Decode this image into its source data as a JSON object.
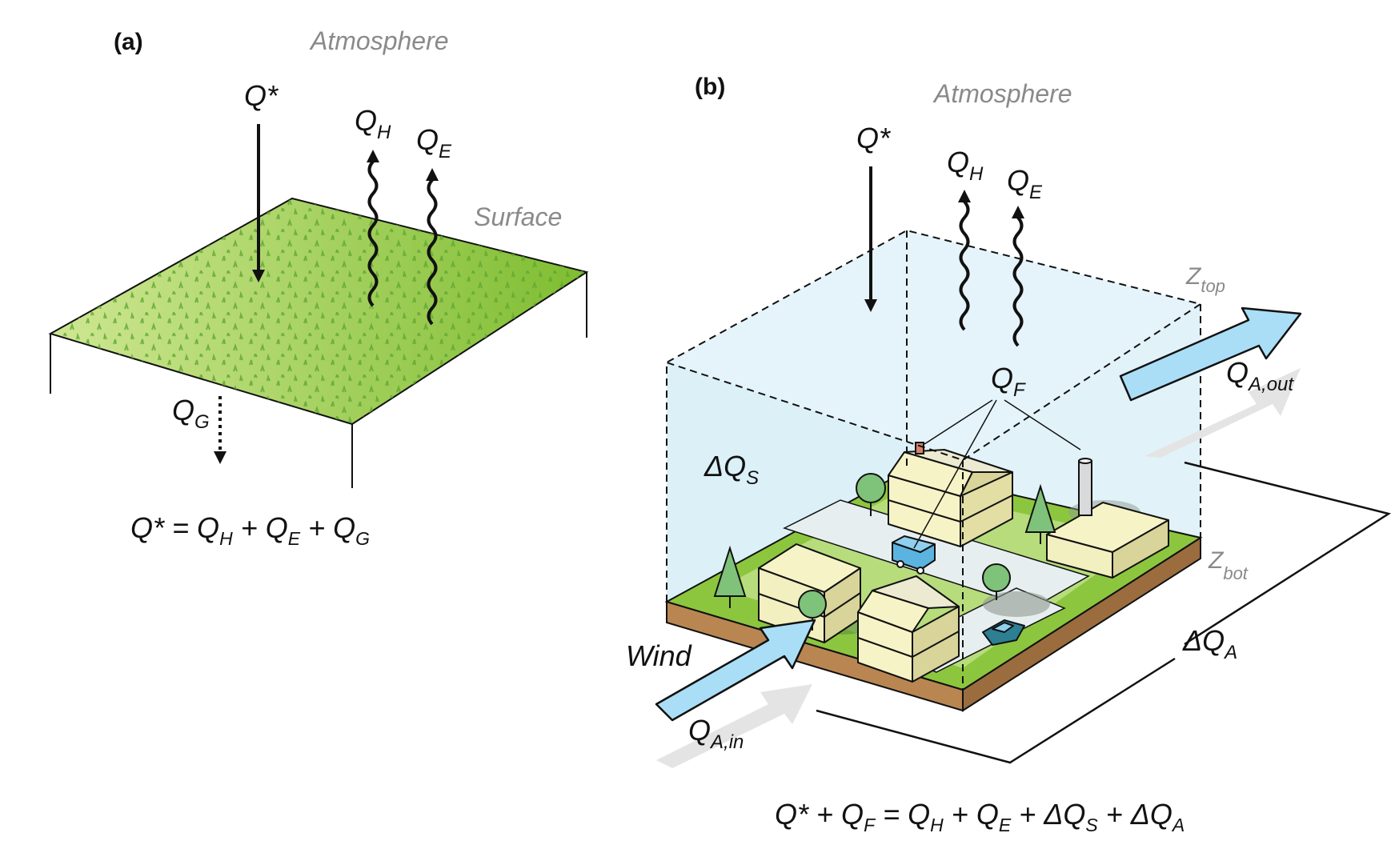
{
  "panel_a": {
    "label": "(a)",
    "atmosphere": "Atmosphere",
    "surface": "Surface",
    "q_star": "Q*",
    "q_h": {
      "main": "Q",
      "sub": "H"
    },
    "q_e": {
      "main": "Q",
      "sub": "E"
    },
    "q_g": {
      "main": "Q",
      "sub": "G"
    },
    "equation": {
      "lhs": "Q* = ",
      "t1": {
        "main": "Q",
        "sub": "H"
      },
      "plus1": " + ",
      "t2": {
        "main": "Q",
        "sub": "E"
      },
      "plus2": " + ",
      "t3": {
        "main": "Q",
        "sub": "G"
      }
    }
  },
  "panel_b": {
    "label": "(b)",
    "atmosphere": "Atmosphere",
    "q_star": "Q*",
    "q_h": {
      "main": "Q",
      "sub": "H"
    },
    "q_e": {
      "main": "Q",
      "sub": "E"
    },
    "q_f": {
      "main": "Q",
      "sub": "F"
    },
    "delta_qs": {
      "main": "ΔQ",
      "sub": "S"
    },
    "delta_qa": {
      "main": "ΔQ",
      "sub": "A"
    },
    "z_top": {
      "main": "Z",
      "sub": "top"
    },
    "z_bot": {
      "main": "Z",
      "sub": "bot"
    },
    "q_a_out": {
      "main": "Q",
      "sub": "A,out"
    },
    "q_a_in": {
      "main": "Q",
      "sub": "A,in"
    },
    "wind": "Wind",
    "equation": {
      "p1": "Q* + ",
      "t1": {
        "main": "Q",
        "sub": "F"
      },
      "eq": " = ",
      "t2": {
        "main": "Q",
        "sub": "H"
      },
      "plus1": " + ",
      "t3": {
        "main": "Q",
        "sub": "E"
      },
      "plus2": " + ",
      "t4": {
        "main": "ΔQ",
        "sub": "S"
      },
      "plus3": " + ",
      "t5": {
        "main": "ΔQ",
        "sub": "A"
      }
    }
  },
  "colors": {
    "grass_light": "#c9e58a",
    "grass_dark": "#7dbb2e",
    "volume_fill": "#dcf0f8",
    "arrow_blue": "#a9def6",
    "soil": "#b98652",
    "building": "#f6f3c6",
    "tree": "#7fc27a"
  }
}
